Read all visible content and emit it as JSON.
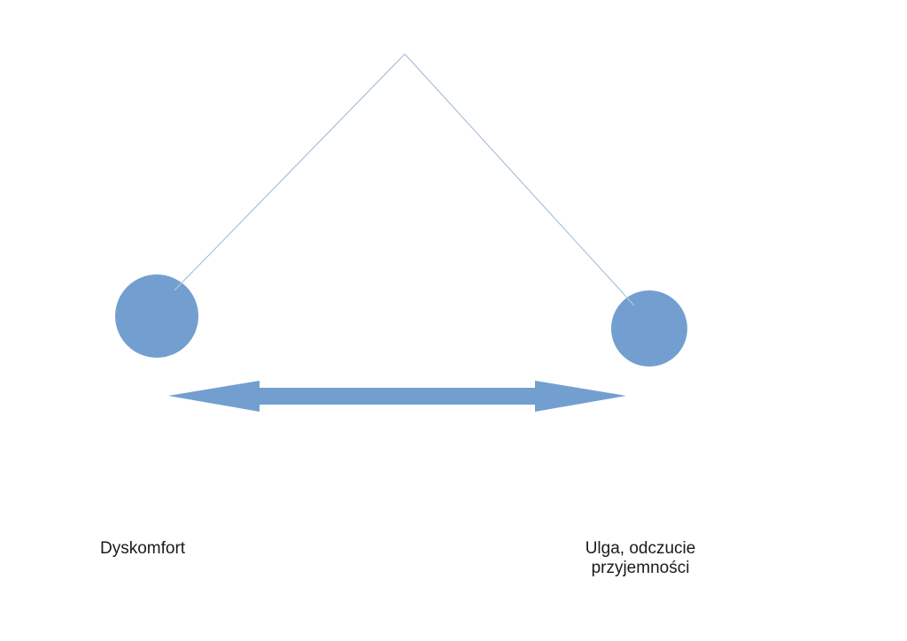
{
  "diagram": {
    "nodes": [
      {
        "id": "left-ball",
        "color": "#729fcf"
      },
      {
        "id": "right-ball",
        "color": "#729fcf"
      }
    ],
    "string_color": "#9ab6d8",
    "arrow_color": "#729fcf",
    "labels": {
      "left": "Dyskomfort",
      "right_line1": "Ulga, odczucie",
      "right_line2": "przyjemności"
    }
  }
}
